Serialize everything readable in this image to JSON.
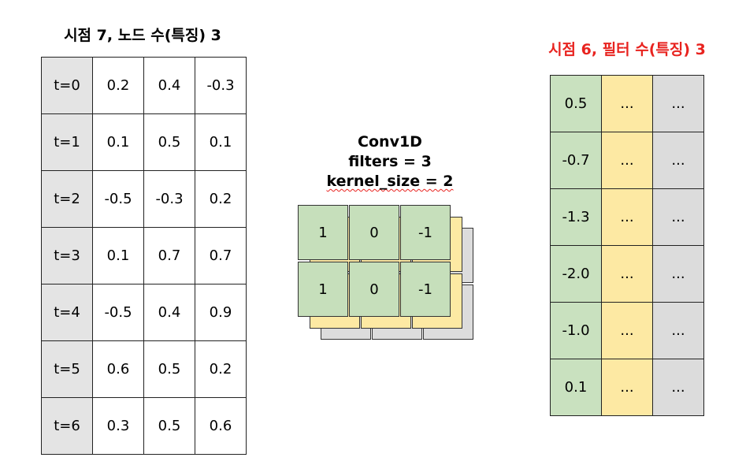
{
  "input": {
    "title": "시점 7, 노드 수(특징) 3",
    "rows": [
      {
        "label": "t=0",
        "values": [
          "0.2",
          "0.4",
          "-0.3"
        ]
      },
      {
        "label": "t=1",
        "values": [
          "0.1",
          "0.5",
          "0.1"
        ]
      },
      {
        "label": "t=2",
        "values": [
          "-0.5",
          "-0.3",
          "0.2"
        ]
      },
      {
        "label": "t=3",
        "values": [
          "0.1",
          "0.7",
          "0.7"
        ]
      },
      {
        "label": "t=4",
        "values": [
          "-0.5",
          "0.4",
          "0.9"
        ]
      },
      {
        "label": "t=5",
        "values": [
          "0.6",
          "0.5",
          "0.2"
        ]
      },
      {
        "label": "t=6",
        "values": [
          "0.3",
          "0.5",
          "0.6"
        ]
      }
    ]
  },
  "conv": {
    "title_line1": "Conv1D",
    "title_line2": "filters = 3",
    "title_line3": "kernel_size = 2",
    "kernel": [
      [
        "1",
        "0",
        "-1"
      ],
      [
        "1",
        "0",
        "-1"
      ]
    ]
  },
  "output": {
    "title": "시점 6, 필터 수(특징) 3",
    "rows": [
      [
        "0.5",
        "...",
        "..."
      ],
      [
        "-0.7",
        "...",
        "..."
      ],
      [
        "-1.3",
        "...",
        "..."
      ],
      [
        "-2.0",
        "...",
        "..."
      ],
      [
        "-1.0",
        "...",
        "..."
      ],
      [
        "0.1",
        "...",
        "..."
      ]
    ]
  },
  "colors": {
    "green": "#c6dfbb",
    "yellow": "#fde9a3",
    "gray": "#dcdcdc",
    "label_gray": "#e4e4e4",
    "output_title": "#e8231f"
  }
}
